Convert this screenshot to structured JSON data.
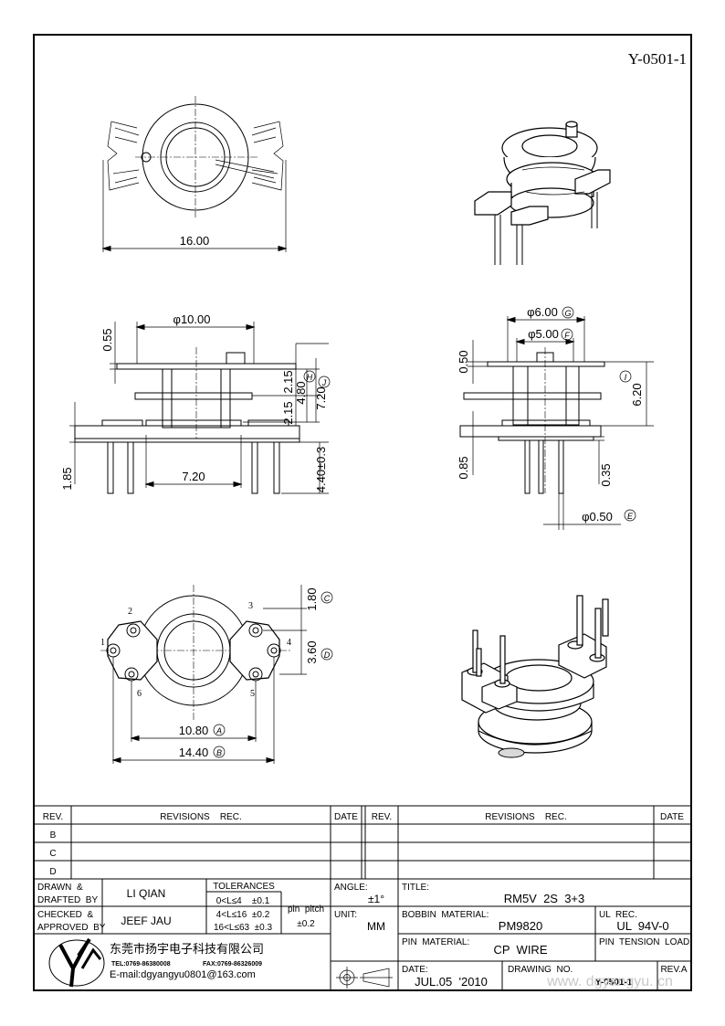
{
  "drawing_id": "Y-0501-1",
  "dims": {
    "top_width": "16.00",
    "front_dia": "φ10.00",
    "front_055": "0.55",
    "front_215a": "2.15",
    "front_215b": "2.15",
    "front_480": "4.80",
    "front_720v": "7.20",
    "front_185": "1.85",
    "front_720h": "7.20",
    "front_440": "4.40±0.3",
    "side_d6": "φ6.00",
    "side_d5": "φ5.00",
    "side_050": "0.50",
    "side_620": "6.20",
    "side_085": "0.85",
    "side_035": "0.35",
    "side_d050": "φ0.50",
    "bottom_180": "1.80",
    "bottom_360": "3.60",
    "bottom_1080": "10.80",
    "bottom_1440": "14.40",
    "callout_A": "A",
    "callout_B": "B",
    "callout_C": "C",
    "callout_D": "D",
    "callout_E": "E",
    "callout_F": "F",
    "callout_G": "G",
    "callout_H": "H",
    "callout_I": "I",
    "callout_J": "J"
  },
  "pins": [
    "1",
    "2",
    "3",
    "4",
    "5",
    "6"
  ],
  "revisions": {
    "rev_header": "REV.",
    "rec_header": "REVISIONS    REC.",
    "date_header": "DATE",
    "rows": [
      "B",
      "C",
      "D"
    ]
  },
  "title_block": {
    "drawn_label": "DRAWN  &\nDRAFTED  BY",
    "drawn_l1": "DRAWN  &",
    "drawn_l2": "DRAFTED  BY",
    "drawn_value": "LI QIAN",
    "checked_l1": "CHECKED  &",
    "checked_l2": "APPROVED  BY",
    "checked_value": "JEEF JAU",
    "tol_header": "TOLERANCES",
    "tol_1": "0<L≤4    ±0.1",
    "tol_2": "4<L≤16  ±0.2",
    "tol_3": "16<L≤63  ±0.3",
    "pitch_label": "pin  pitch",
    "pitch_value": "±0.2",
    "angle_label": "ANGLE:",
    "angle_value": "±1°",
    "unit_label": "UNIT:",
    "unit_value": "MM",
    "title_label": "TITLE:",
    "title_value": "RM5V  2S  3+3",
    "bobbin_label": "BOBBIN  MATERIAL:",
    "bobbin_value": "PM9820",
    "ul_label": "UL  REC.",
    "ul_value": "UL  94V-0",
    "pin_label": "PIN  MATERIAL:",
    "pin_value": "CP  WIRE",
    "tension_label": "PIN  TENSION  LOAD:",
    "date_label": "DATE:",
    "date_value": "JUL.05  '2010",
    "drawing_no_label": "DRAWING  NO.",
    "drawing_no_value": "Y-0501-1",
    "rev_label": "REV.A",
    "company_cn": "东莞市扬宇电子科技有限公司",
    "tel": "TEL:0769-86380008",
    "fax": "FAX:0769-86326009",
    "email": "E-mail:dgyangyu0801@163.com",
    "watermark": "www. dgyangyu. cn"
  }
}
